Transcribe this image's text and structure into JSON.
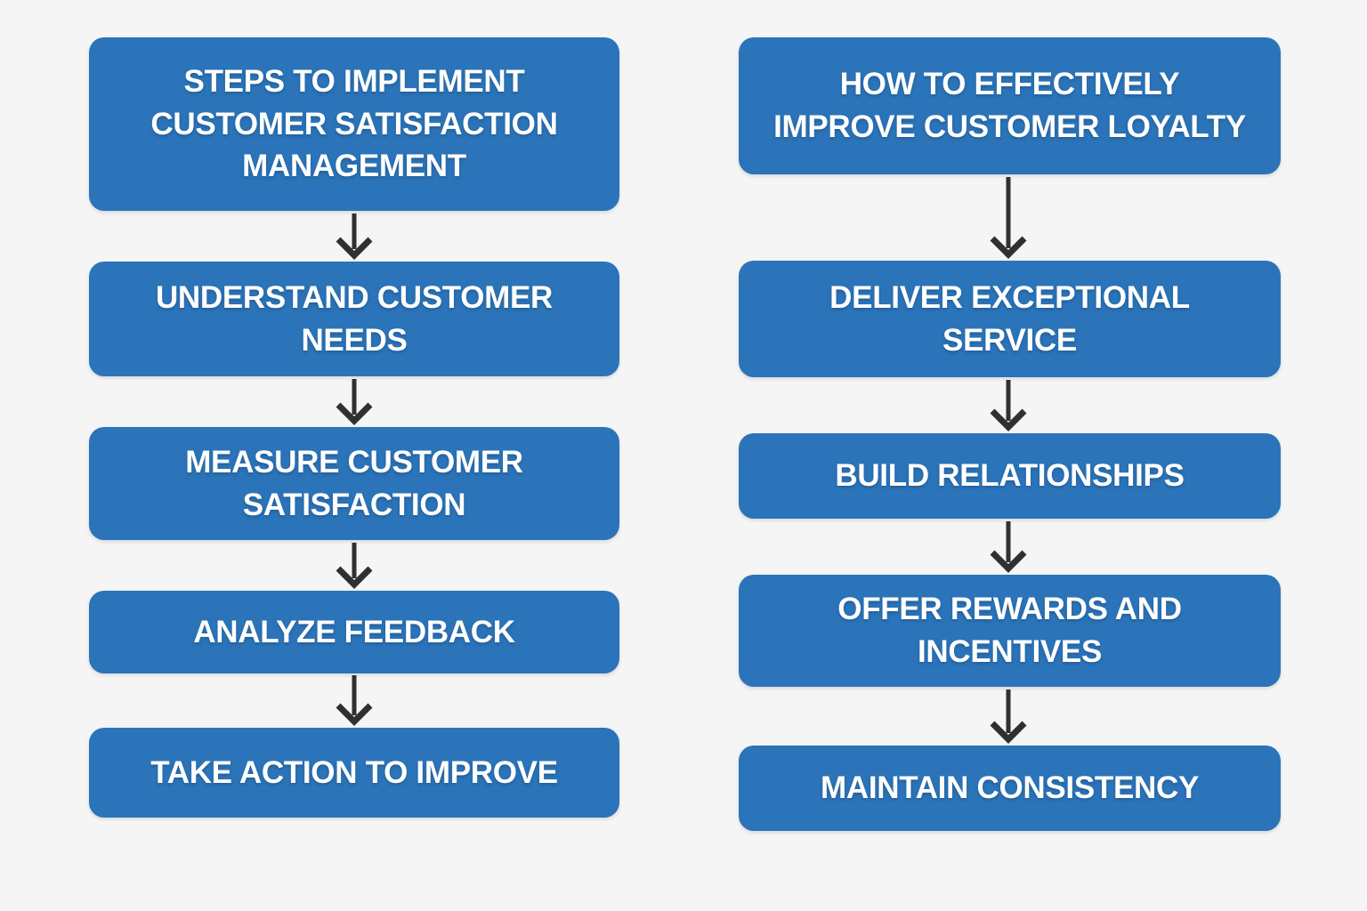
{
  "theme": {
    "background": "#f5f5f6",
    "box_fill": "#2b74b9",
    "box_text_color": "#ffffff",
    "arrow_color": "#303030"
  },
  "flows": [
    {
      "name": "customer-satisfaction-management",
      "title": {
        "text": "STEPS TO IMPLEMENT CUSTOMER SATISFACTION MANAGEMENT",
        "lines": [
          "STEPS TO IMPLEMENT",
          "CUSTOMER SATISFACTION",
          "MANAGEMENT"
        ]
      },
      "steps": [
        {
          "text": "UNDERSTAND CUSTOMER NEEDS",
          "lines": [
            "UNDERSTAND CUSTOMER",
            "NEEDS"
          ]
        },
        {
          "text": "MEASURE CUSTOMER SATISFACTION",
          "lines": [
            "MEASURE CUSTOMER",
            "SATISFACTION"
          ]
        },
        {
          "text": "ANALYZE FEEDBACK",
          "lines": [
            "ANALYZE FEEDBACK"
          ]
        },
        {
          "text": "TAKE ACTION TO IMPROVE",
          "lines": [
            "TAKE ACTION TO IMPROVE"
          ]
        }
      ]
    },
    {
      "name": "improve-customer-loyalty",
      "title": {
        "text": "HOW TO EFFECTIVELY IMPROVE CUSTOMER LOYALTY",
        "lines": [
          "HOW TO EFFECTIVELY",
          "IMPROVE CUSTOMER LOYALTY"
        ]
      },
      "steps": [
        {
          "text": "DELIVER EXCEPTIONAL SERVICE",
          "lines": [
            "DELIVER EXCEPTIONAL",
            "SERVICE"
          ]
        },
        {
          "text": "BUILD RELATIONSHIPS",
          "lines": [
            "BUILD RELATIONSHIPS"
          ]
        },
        {
          "text": "OFFER REWARDS AND INCENTIVES",
          "lines": [
            "OFFER REWARDS AND",
            "INCENTIVES"
          ]
        },
        {
          "text": "MAINTAIN CONSISTENCY",
          "lines": [
            "MAINTAIN CONSISTENCY"
          ]
        }
      ]
    }
  ]
}
